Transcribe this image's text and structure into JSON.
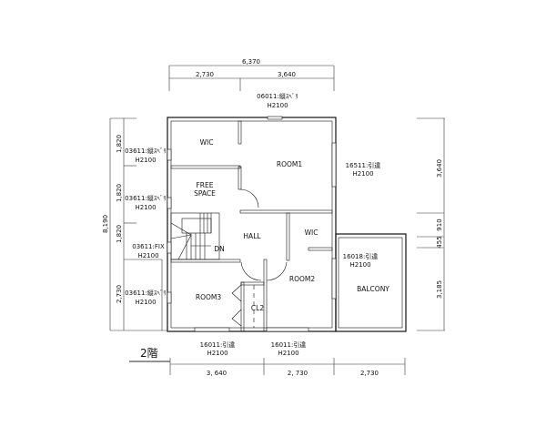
{
  "floor_label": "2階",
  "dimensions": {
    "top_total": "6,370",
    "top_segments": [
      "2,730",
      "3,640"
    ],
    "bottom_segments": [
      "3, 640",
      "2, 730",
      "2,730"
    ],
    "left_total": "8,190",
    "left_segments": [
      "1,820",
      "1,820",
      "1,820",
      "2,730"
    ],
    "right_segments": [
      "3,640",
      "910",
      "455",
      "3,185"
    ]
  },
  "rooms": {
    "wic_1": "WIC",
    "free_space": [
      "FREE",
      "SPACE"
    ],
    "room1": "ROOM1",
    "hall": "HALL",
    "wic_2": "WIC",
    "room2": "ROOM2",
    "room3": "ROOM3",
    "balcony": "BALCONY",
    "closet": "CL2",
    "stairs_dn": "DN"
  },
  "windows": {
    "top": [
      "06011:縦ｽﾍﾞﾘ",
      "H2100"
    ],
    "left_1": [
      "03611:縦ｽﾍﾞﾘ",
      "H2100"
    ],
    "left_2": [
      "03611:縦ｽﾍﾞﾘ",
      "H2100"
    ],
    "left_3": [
      "03611:FIX",
      "H2100"
    ],
    "left_4": [
      "03611:縦ｽﾍﾞﾘ",
      "H2100"
    ],
    "room1_right": [
      "16511:引違",
      "H2100"
    ],
    "room2_right": [
      "16018:引違",
      "H2100"
    ],
    "bottom_1": [
      "16011:引違",
      "H2100"
    ],
    "bottom_2": [
      "16011:引違",
      "H2100"
    ]
  }
}
